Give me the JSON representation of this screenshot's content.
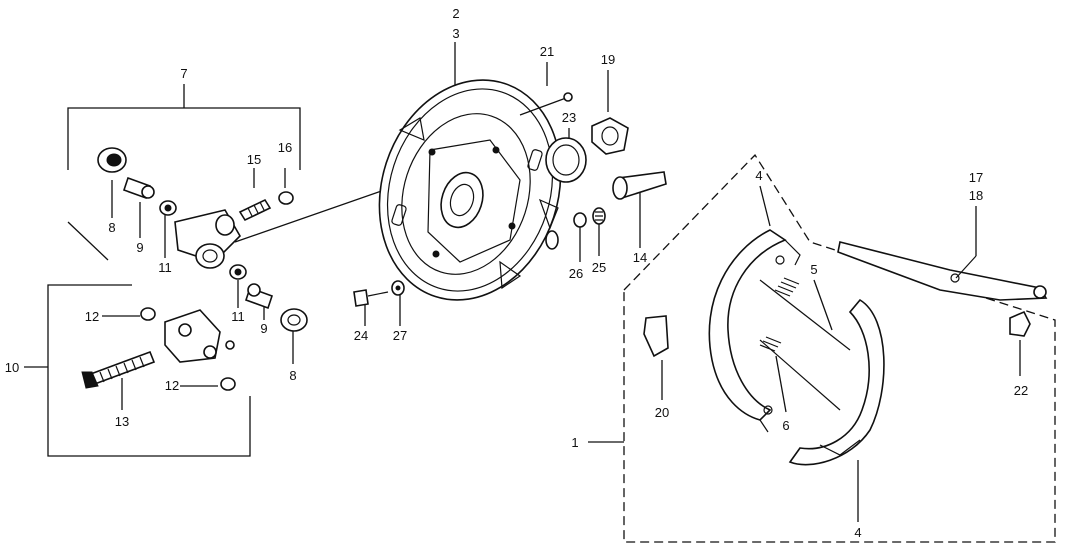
{
  "diagram": {
    "type": "exploded-parts-diagram",
    "subject": "rear drum brake assembly",
    "callouts": [
      {
        "id": "c2",
        "label": "2"
      },
      {
        "id": "c3",
        "label": "3"
      },
      {
        "id": "c7",
        "label": "7"
      },
      {
        "id": "c8a",
        "label": "8"
      },
      {
        "id": "c9a",
        "label": "9"
      },
      {
        "id": "c11a",
        "label": "11"
      },
      {
        "id": "c15",
        "label": "15"
      },
      {
        "id": "c16",
        "label": "16"
      },
      {
        "id": "c11b",
        "label": "11"
      },
      {
        "id": "c9b",
        "label": "9"
      },
      {
        "id": "c8b",
        "label": "8"
      },
      {
        "id": "c10",
        "label": "10"
      },
      {
        "id": "c12a",
        "label": "12"
      },
      {
        "id": "c12b",
        "label": "12"
      },
      {
        "id": "c13",
        "label": "13"
      },
      {
        "id": "c21",
        "label": "21"
      },
      {
        "id": "c23",
        "label": "23"
      },
      {
        "id": "c19",
        "label": "19"
      },
      {
        "id": "c14",
        "label": "14"
      },
      {
        "id": "c26",
        "label": "26"
      },
      {
        "id": "c25",
        "label": "25"
      },
      {
        "id": "c24",
        "label": "24"
      },
      {
        "id": "c27",
        "label": "27"
      },
      {
        "id": "c4a",
        "label": "4"
      },
      {
        "id": "c5",
        "label": "5"
      },
      {
        "id": "c6",
        "label": "6"
      },
      {
        "id": "c4b",
        "label": "4"
      },
      {
        "id": "c17",
        "label": "17"
      },
      {
        "id": "c18",
        "label": "18"
      },
      {
        "id": "c22",
        "label": "22"
      },
      {
        "id": "c20",
        "label": "20"
      },
      {
        "id": "c1",
        "label": "1"
      }
    ]
  }
}
